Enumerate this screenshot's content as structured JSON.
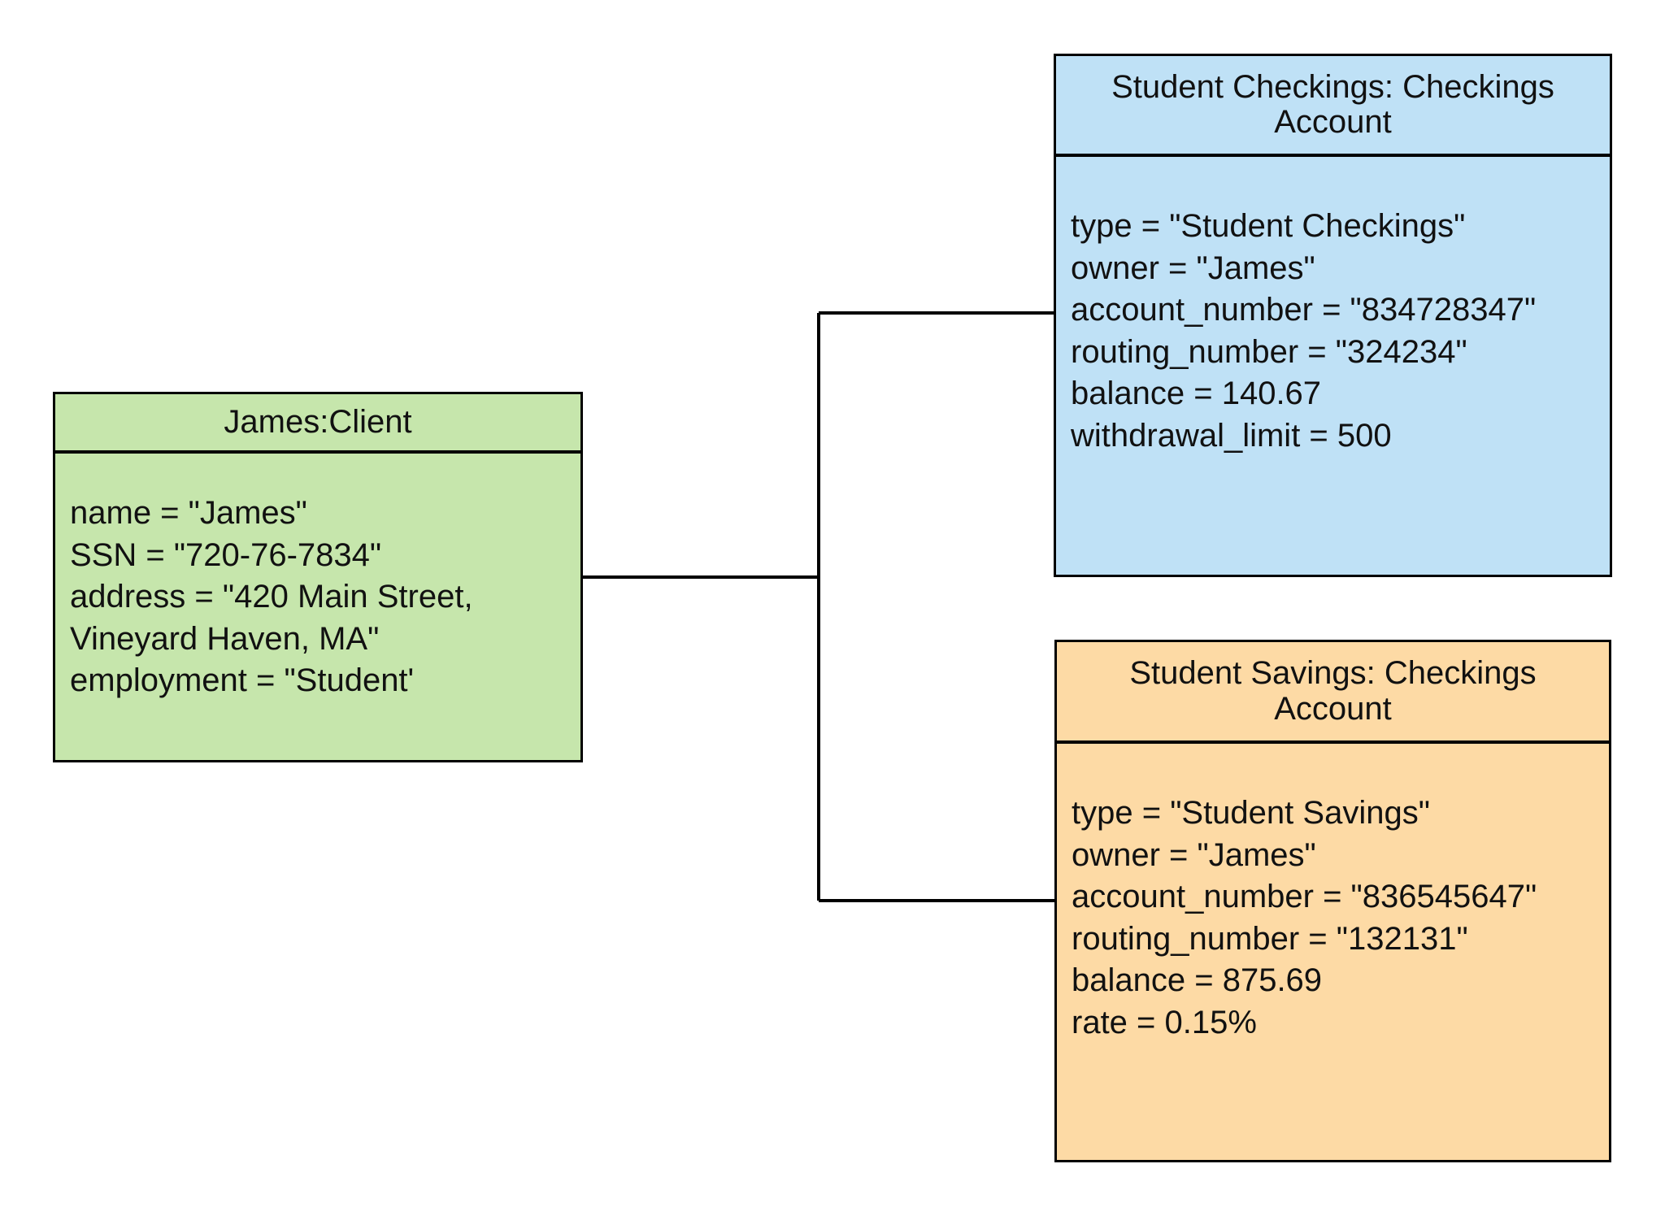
{
  "diagram": {
    "type": "uml-object-diagram",
    "title": "James:Client bank accounts object diagram",
    "background_color": "#ffffff",
    "line_color": "#000000"
  },
  "boxes": {
    "client": {
      "name": "James:Client",
      "fill_color": "#c6e6ac",
      "border_color": "#000000",
      "attributes": [
        "name = \"James\"",
        "SSN = \"720-76-7834\"",
        "address = \"420 Main Street,\nVineyard Haven, MA\"",
        "employment = \"Student'"
      ]
    },
    "checkings": {
      "name": "Student Checkings: Checkings Account",
      "fill_color": "#bfe1f6",
      "border_color": "#000000",
      "attributes": [
        "type = \"Student Checkings\"",
        "owner = \"James\"",
        "account_number = \"834728347\"",
        "routing_number = \"324234\"",
        "balance = 140.67",
        "withdrawal_limit = 500"
      ]
    },
    "savings": {
      "name": "Student Savings: Checkings Account",
      "fill_color": "#fddaa5",
      "border_color": "#000000",
      "attributes": [
        "type = \"Student Savings\"",
        "owner = \"James\"",
        "account_number = \"836545647\"",
        "routing_number = \"132131\"",
        "balance = 875.69",
        "rate = 0.15%"
      ]
    }
  },
  "links": [
    {
      "from": "client",
      "to": "checkings",
      "style": "orthogonal",
      "label": ""
    },
    {
      "from": "client",
      "to": "savings",
      "style": "orthogonal",
      "label": ""
    }
  ]
}
